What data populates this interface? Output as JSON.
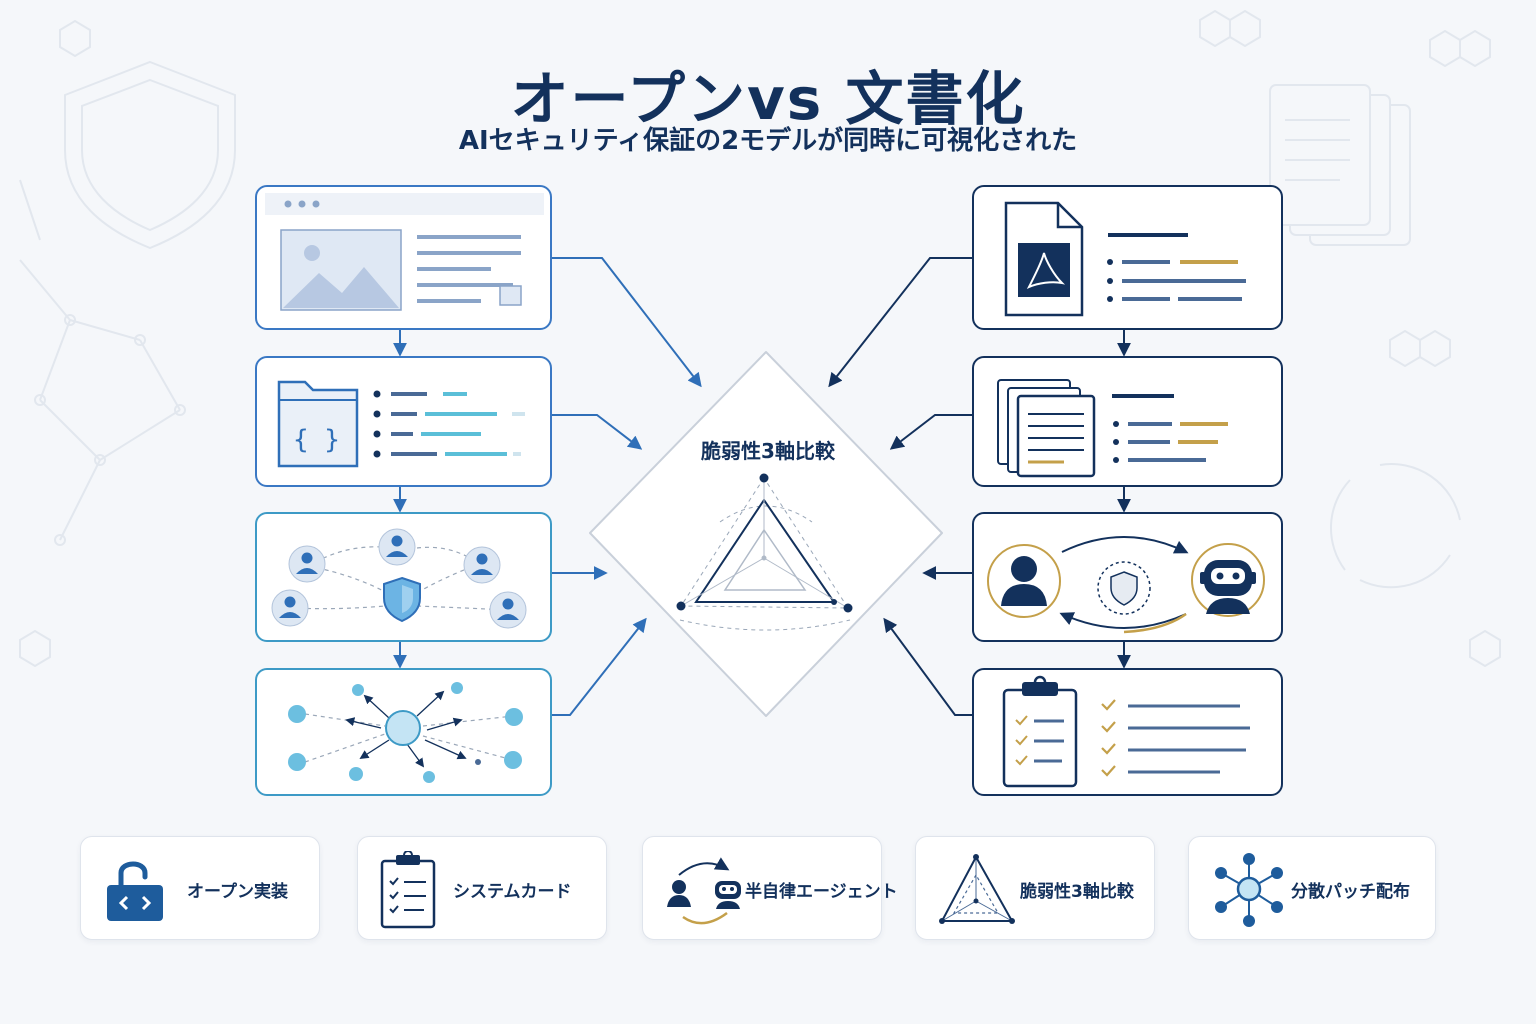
{
  "header": {
    "title": "オープンvs 文書化",
    "subtitle": "AIセキュリティ保証の2モデルが同時に可視化された"
  },
  "center": {
    "label": "脆弱性3軸比較"
  },
  "legend": {
    "items": [
      {
        "label": "オープン実装",
        "icon": "open-lock-code-icon"
      },
      {
        "label": "システムカード",
        "icon": "clipboard-checklist-icon"
      },
      {
        "label": "半自律エージェント",
        "icon": "human-robot-loop-icon"
      },
      {
        "label": "脆弱性3軸比較",
        "icon": "triangle-axes-icon"
      },
      {
        "label": "分散パッチ配布",
        "icon": "hub-network-icon"
      }
    ]
  },
  "left_column": {
    "panels": [
      "web-page",
      "code-folder",
      "user-network",
      "distribution-hub"
    ]
  },
  "right_column": {
    "panels": [
      "pdf-document",
      "document-stack",
      "human-ai-agent",
      "checklist"
    ]
  },
  "colors": {
    "navy": "#13315c",
    "blue": "#3a78c4",
    "cyan": "#3d9ac6",
    "gold": "#c4a04a",
    "light_blue": "#6cbfe0"
  }
}
